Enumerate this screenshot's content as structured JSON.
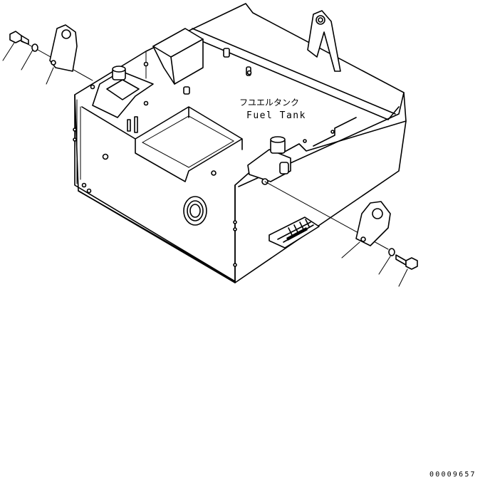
{
  "labels": {
    "fuel_tank_jp": "フユエルタンク",
    "fuel_tank_en": "Fuel Tank"
  },
  "drawing_code": "00009657"
}
